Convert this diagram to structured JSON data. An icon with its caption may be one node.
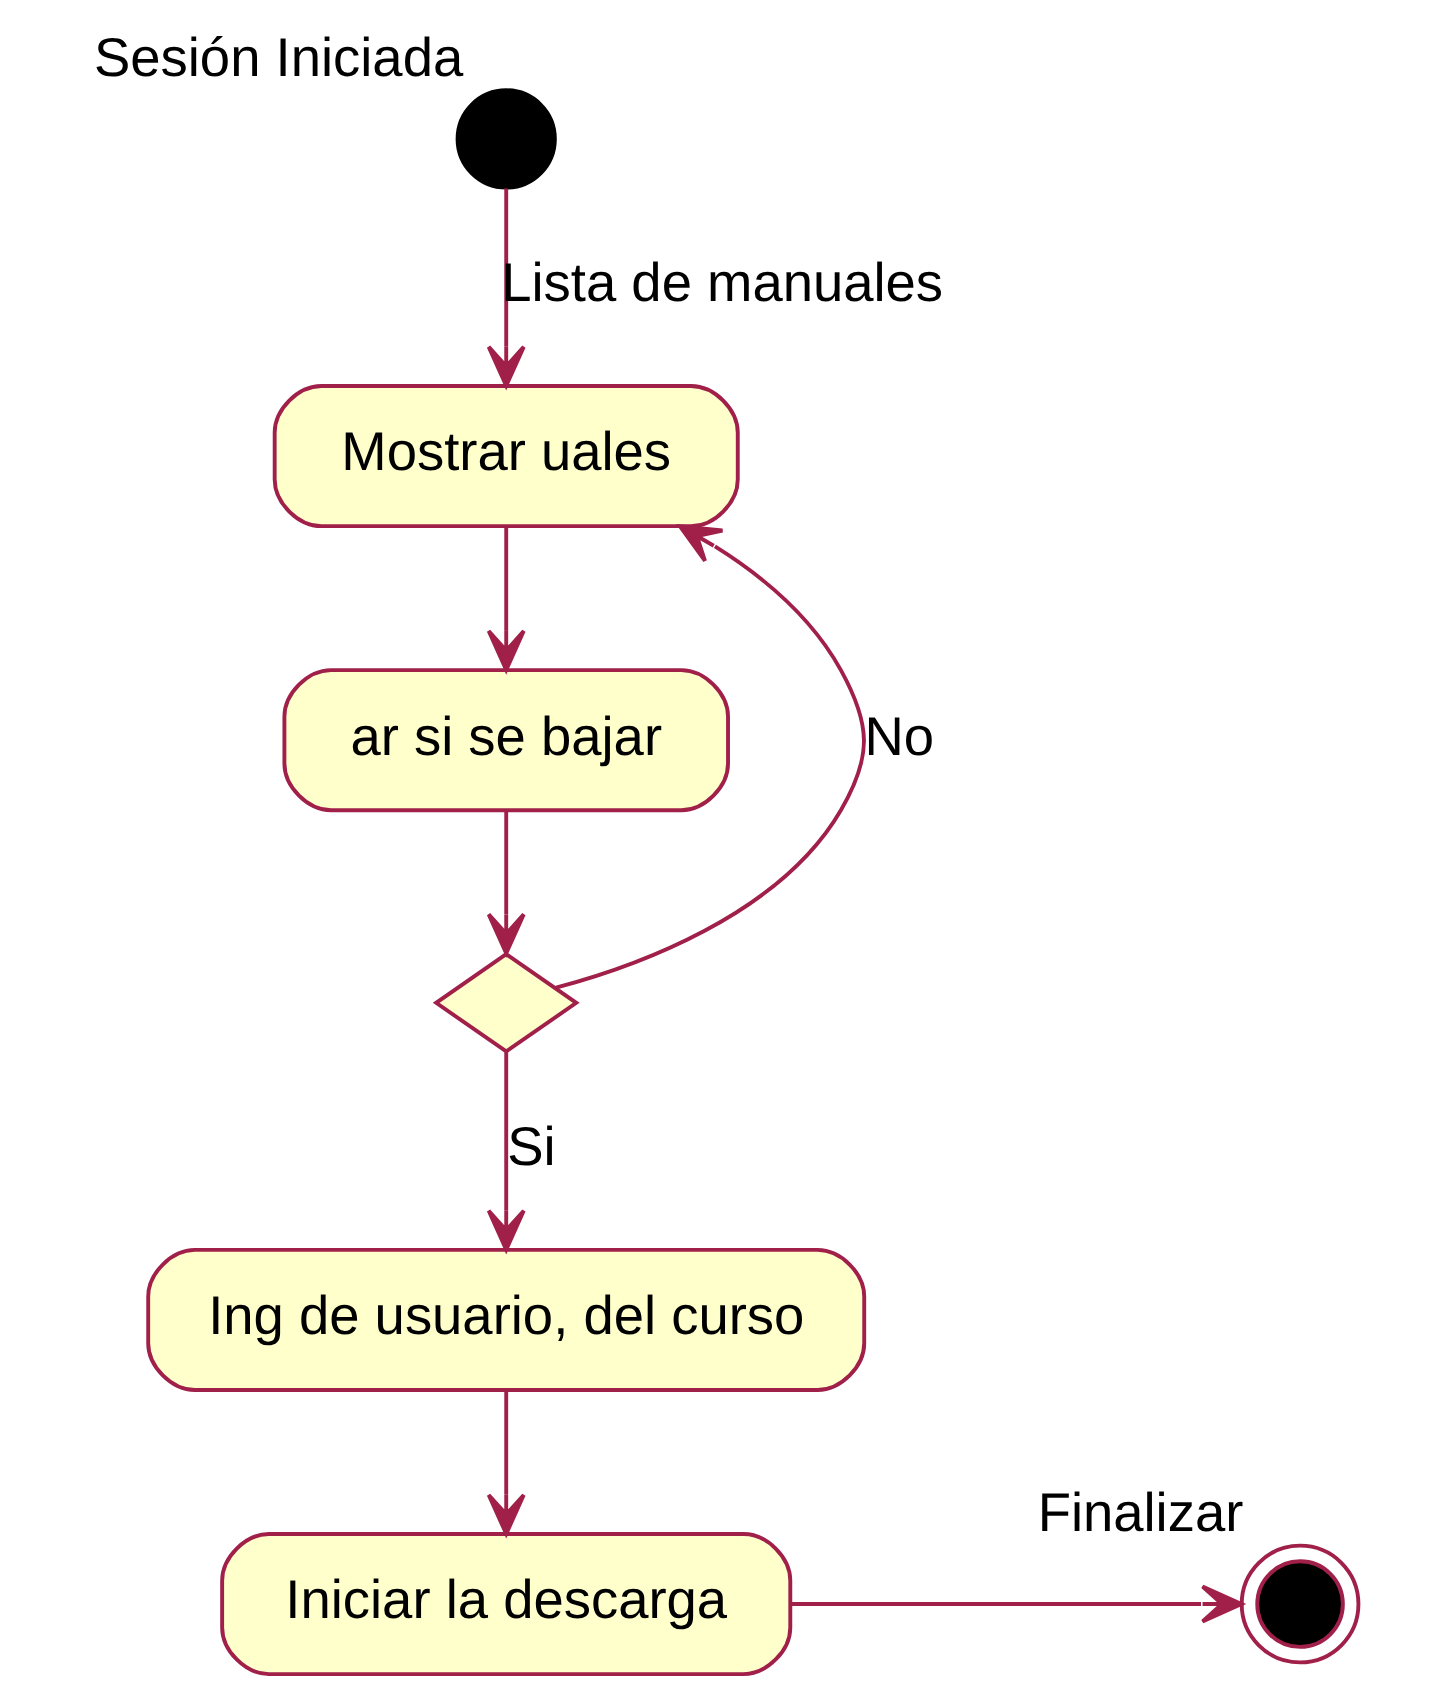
{
  "diagram": {
    "nodes": [
      {
        "text": [],
        "shape": "circle",
        "beside": [
          "Sesión Iniciada"
        ]
      },
      {
        "text": [
          "Mostrar uales"
        ]
      },
      {
        "text": [
          "ar si se bajar"
        ]
      },
      {
        "text": [],
        "shape": "diamond"
      },
      {
        "text": [
          "Ing de usuario, del curso"
        ]
      },
      {
        "text": [
          "Iniciar la descarga"
        ]
      },
      {
        "text": [],
        "shape": "circle",
        "beside": [
          "Finalizar"
        ]
      }
    ],
    "edges": [
      {
        "from": 0,
        "to": 1,
        "arrow": "to",
        "label": "Lista de manuales"
      },
      {
        "from": 1,
        "to": 2,
        "arrow": "to"
      },
      {
        "from": 2,
        "to": 3,
        "arrow": "to"
      },
      {
        "from": 3,
        "to": 1,
        "arrow": "to",
        "label": "No"
      },
      {
        "from": 3,
        "to": 4,
        "arrow": "to",
        "label": "Si"
      },
      {
        "from": 4,
        "to": 5,
        "arrow": "to"
      },
      {
        "from": 5,
        "to": 6,
        "arrow": "to"
      }
    ]
  }
}
